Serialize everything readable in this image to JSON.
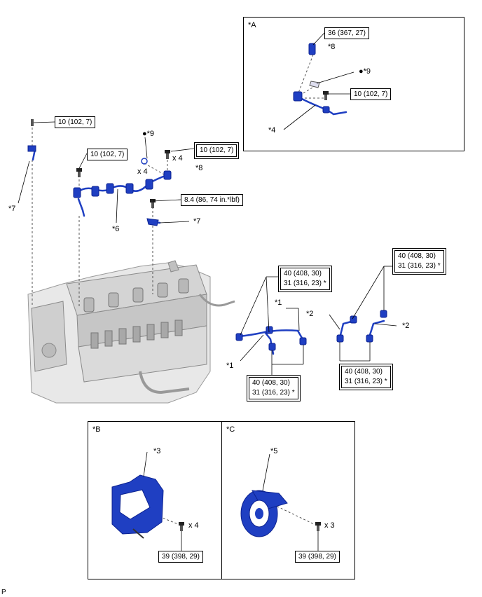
{
  "callouts": {
    "c1": "*1",
    "c2": "*2",
    "c3": "*3",
    "c4": "*4",
    "c5": "*5",
    "c6": "*6",
    "c7": "*7",
    "c8": "*8",
    "c9": "●*9"
  },
  "quantities": {
    "x4": "x 4",
    "x3": "x 3"
  },
  "torques": {
    "t_10": "10 (102, 7)",
    "t_36": "36 (367, 27)",
    "t_8_4": "8.4 (86, 74 in.*lbf)",
    "t_40": "40 (408, 30)",
    "t_31": "31 (316, 23) *",
    "t_39": "39 (398, 29)"
  },
  "panels": {
    "a": "*A",
    "b": "*B",
    "c": "*C"
  },
  "footer": {
    "code": "P"
  },
  "colors": {
    "part_blue": "#1f3fc2",
    "engine_gray": "#9a9a9a"
  }
}
